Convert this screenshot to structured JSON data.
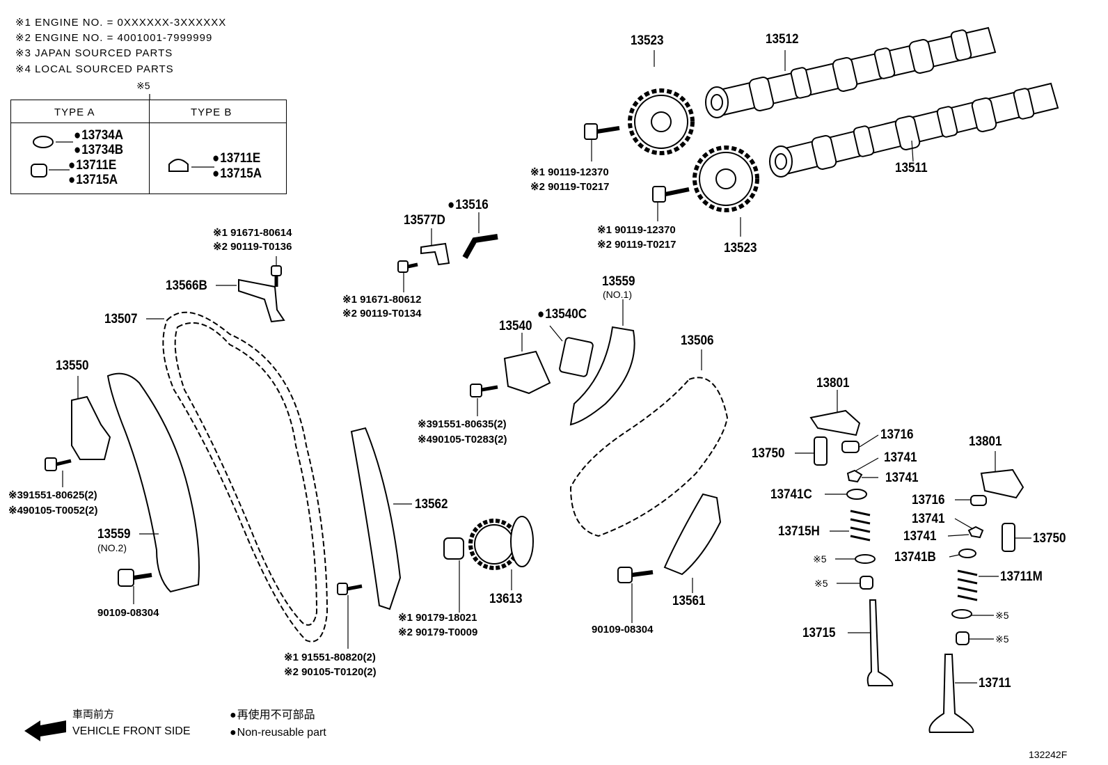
{
  "notes": [
    "※1  ENGINE NO. = 0XXXXXX-3XXXXXX",
    "※2  ENGINE NO. = 4001001-7999999",
    "※3  JAPAN SOURCED PARTS",
    "※4  LOCAL SOURCED PARTS"
  ],
  "type_table": {
    "marker": "※5",
    "type_a": "TYPE A",
    "type_b": "TYPE B",
    "type_a_parts": [
      "13734A",
      "13734B",
      "13711E",
      "13715A"
    ],
    "type_b_parts": [
      "13711E",
      "13715A"
    ]
  },
  "parts": {
    "p13523a": "13523",
    "p13512": "13512",
    "p13511": "13511",
    "p13523b": "13523",
    "bolt1_a": "※1  90119-12370",
    "bolt1_b": "※2  90119-T0217",
    "bolt2_a": "※1  90119-12370",
    "bolt2_b": "※2  90119-T0217",
    "p13516": "13516",
    "p13577D": "13577D",
    "bolt3_a": "※1  91671-80612",
    "bolt3_b": "※2  90119-T0134",
    "bolt4_a": "※1  91671-80614",
    "bolt4_b": "※2  90119-T0136",
    "p13566B": "13566B",
    "p13507": "13507",
    "p13550": "13550",
    "bolt5_a": "※391551-80625(2)",
    "bolt5_b": "※490105-T0052(2)",
    "p13559_no2": "13559",
    "no2": "(NO.2)",
    "bolt6": "90109-08304",
    "p13540": "13540",
    "p13540C": "13540C",
    "p13559_no1": "13559",
    "no1": "(NO.1)",
    "bolt7_a": "※391551-80635(2)",
    "bolt7_b": "※490105-T0283(2)",
    "p13562": "13562",
    "p13613": "13613",
    "bolt8_a": "※1  90179-18021",
    "bolt8_b": "※2  90179-T0009",
    "bolt9_a": "※1  91551-80820(2)",
    "bolt9_b": "※2  90105-T0120(2)",
    "p13506": "13506",
    "p13561": "13561",
    "bolt10": "90109-08304",
    "p13801a": "13801",
    "p13716a": "13716",
    "p13750a": "13750",
    "p13741a": "13741",
    "p13741b": "13741",
    "p13741C": "13741C",
    "p13715H": "13715H",
    "m5a": "※5",
    "m5b": "※5",
    "p13715": "13715",
    "p13801b": "13801",
    "p13716b": "13716",
    "p13741c": "13741",
    "p13741d": "13741",
    "p13750b": "13750",
    "p13741B": "13741B",
    "p13711M": "13711M",
    "m5c": "※5",
    "m5d": "※5",
    "p13711": "13711"
  },
  "legend": {
    "front_jp": "車両前方",
    "front_en": "VEHICLE FRONT SIDE",
    "nonreuse_jp": "再使用不可部品",
    "nonreuse_en": "Non-reusable part"
  },
  "diagram_id": "132242F"
}
